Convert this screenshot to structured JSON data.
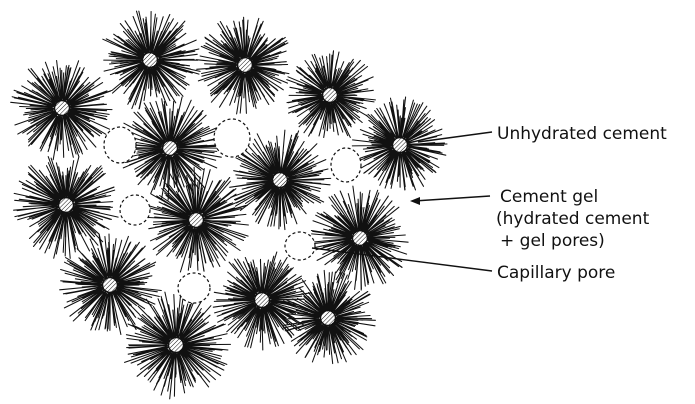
{
  "colors": {
    "ink": "#111111",
    "background": "#ffffff"
  },
  "labels": {
    "unhydrated": "Unhydrated cement",
    "gel_line1": "Cement gel",
    "gel_line2": "(hydrated cement",
    "gel_line3": "+ gel pores)",
    "capillary": "Capillary pore"
  }
}
